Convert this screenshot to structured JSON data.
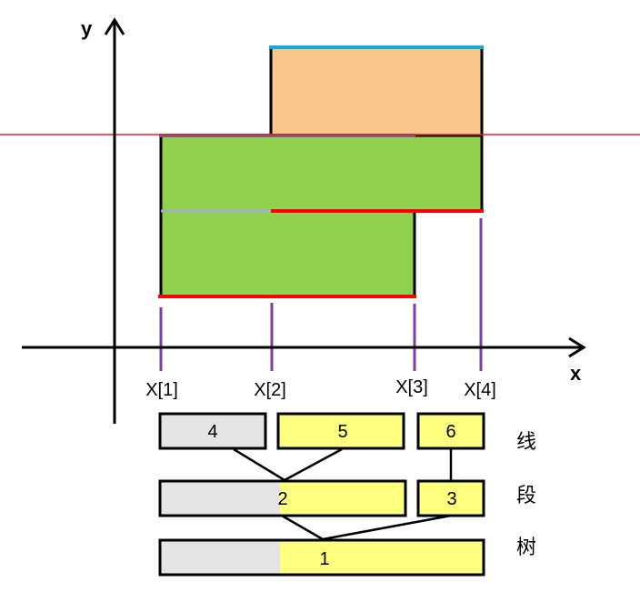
{
  "axes": {
    "x_label": "x",
    "y_label": "y"
  },
  "x_markers": [
    "X[1]",
    "X[2]",
    "X[3]",
    "X[4]"
  ],
  "segment_tree": {
    "row1": [
      "4",
      "5",
      "6"
    ],
    "row2": [
      "2",
      "3"
    ],
    "row3": [
      "1"
    ]
  },
  "side_label": [
    "线",
    "段",
    "树"
  ],
  "colors": {
    "orange_rect": "#fac68d",
    "green_rect": "#92d050",
    "cyan_edge": "#1aa7d8",
    "red_edge": "#ff0000",
    "purple_marker": "#7a3fa0",
    "scan_line": "#e02020",
    "node_gray": "#e4e4e4",
    "node_yellow": "#ffff80"
  }
}
